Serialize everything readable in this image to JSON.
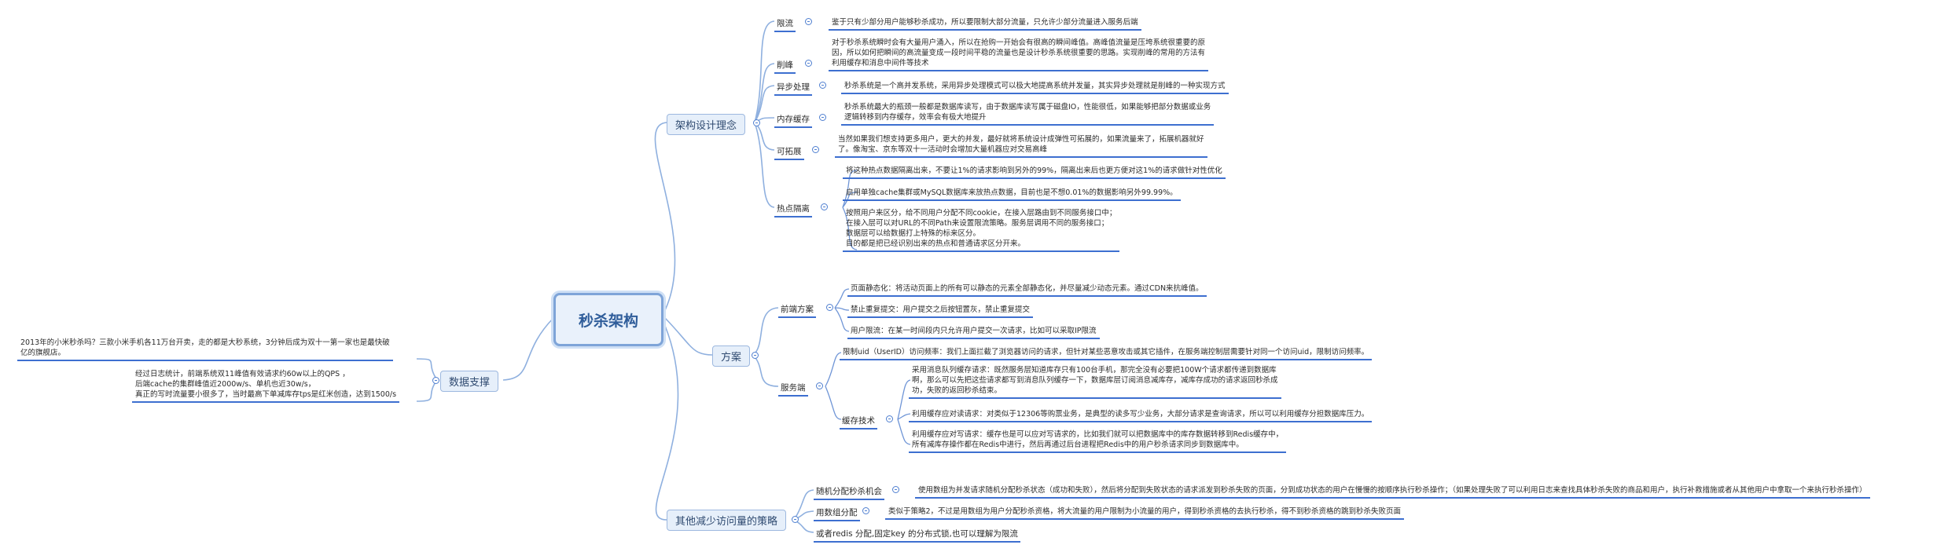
{
  "root": "秒杀架构",
  "branches": {
    "arch": "架构设计理念",
    "plan": "方案",
    "data": "数据支撑",
    "reduce": "其他减少访问量的策略"
  },
  "arch": {
    "limit": "限流",
    "limit_desc": "鉴于只有少部分用户能够秒杀成功，所以要限制大部分流量，只允许少部分流量进入服务后端",
    "peak": "削峰",
    "peak_desc": "对于秒杀系统瞬时会有大量用户涌入，所以在抢购一开始会有很高的瞬间峰值。高峰值流量是压垮系统很重要的原\n因，所以如何把瞬间的高流量变成一段时间平稳的流量也是设计秒杀系统很重要的思路。实现削峰的常用的方法有\n利用缓存和消息中间件等技术",
    "async": "异步处理",
    "async_desc": "秒杀系统是一个高并发系统，采用异步处理模式可以极大地提高系统并发量，其实异步处理就是削峰的一种实现方式",
    "cache": "内存缓存",
    "cache_desc": "秒杀系统最大的瓶颈一般都是数据库读写，由于数据库读写属于磁盘IO，性能很低，如果能够把部分数据或业务\n逻辑转移到内存缓存，效率会有极大地提升",
    "scale": "可拓展",
    "scale_desc": "当然如果我们想支持更多用户，更大的并发，最好就将系统设计成弹性可拓展的，如果流量来了，拓展机器就好\n了。像淘宝、京东等双十一活动时会增加大量机器应对交易高峰",
    "hot": "热点隔离",
    "hot_1": "将这种热点数据隔离出来，不要让1%的请求影响到另外的99%，隔离出来后也更方便对这1%的请求做针对性优化",
    "hot_2": "启用单独cache集群或MySQL数据库来放热点数据，目前也是不想0.01%的数据影响另外99.99%。",
    "hot_3": "按照用户来区分，给不同用户分配不同cookie，在接入层路由到不同服务接口中；\n在接入层可以对URL的不同Path来设置限流策略。服务层调用不同的服务接口；\n数据层可以给数据打上特殊的标来区分。\n目的都是把已经识别出来的热点和普通请求区分开来。"
  },
  "plan": {
    "front": "前端方案",
    "front_1": "页面静态化：将活动页面上的所有可以静态的元素全部静态化，并尽量减少动态元素。通过CDN来抗峰值。",
    "front_2": "禁止重复提交：用户提交之后按钮置灰，禁止重复提交",
    "front_3": "用户限流：在某一时间段内只允许用户提交一次请求，比如可以采取IP限流",
    "server": "服务端",
    "server_1": "限制uid（UserID）访问频率：我们上面拦截了浏览器访问的请求，但针对某些恶意攻击或其它插件，在服务端控制层需要针对同一个访问uid，限制访问频率。",
    "cachetech": "缓存技术",
    "cache_1": "采用消息队列缓存请求：既然服务层知道库存只有100台手机，那完全没有必要把100W个请求都传递到数据库\n啊，那么可以先把这些请求都写到消息队列缓存一下，数据库层订阅消息减库存，减库存成功的请求返回秒杀成\n功，失败的返回秒杀结束。",
    "cache_2": "利用缓存应对读请求：对类似于12306等购票业务，是典型的读多写少业务，大部分请求是查询请求，所以可以利用缓存分担数据库压力。",
    "cache_3": "利用缓存应对写请求：缓存也是可以应对写请求的，比如我们就可以把数据库中的库存数据转移到Redis缓存中，\n所有减库存操作都在Redis中进行，然后再通过后台进程把Redis中的用户秒杀请求同步到数据库中。"
  },
  "data": {
    "note_1": "2013年的小米秒杀吗？三款小米手机各11万台开卖，走的都是大秒系统，3分钟后成为双十一第一家也是最快破\n亿的旗舰店。",
    "note_2": "经过日志统计，前端系统双11峰值有效请求约60w以上的QPS ，\n后端cache的集群峰值近2000w/s、单机也近30w/s，\n真正的写时流量要小很多了，当时最高下单减库存tps是红米创造，达到1500/s"
  },
  "reduce": {
    "random": "随机分配秒杀机会",
    "random_desc": "使用数组为并发请求随机分配秒杀状态（成功和失败），然后将分配到失败状态的请求派发到秒杀失败的页面，分到成功状态的用户在慢慢的按顺序执行秒杀操作；（如果处理失败了可以利用日志来查找具体秒杀失败的商品和用户，执行补救措施或者从其他用户中拿取一个来执行秒杀操作）",
    "array": "用数组分配",
    "array_desc": "类似于策略2，不过是用数组为用户分配秒杀资格，将大流量的用户限制为小流量的用户，得到秒杀资格的去执行秒杀，得不到秒杀资格的跳到秒杀失败页面",
    "redis": "或者redis 分配,固定key 的分布式锁,也可以理解为限流"
  }
}
